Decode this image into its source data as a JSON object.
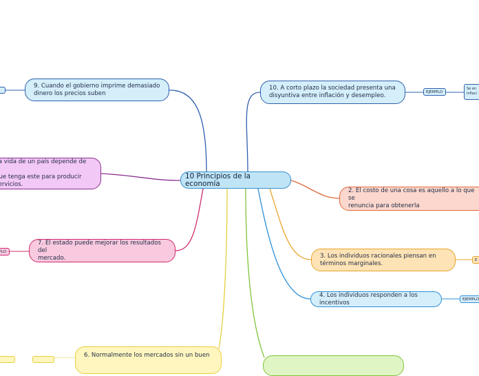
{
  "center": {
    "label": "10 Principios de la economía"
  },
  "branches": {
    "p9": {
      "label": "9. Cuando el gobierno imprime demasiado\ndinero los precios suben",
      "color": "#2e5fae"
    },
    "p10": {
      "label": "10. A corto plazo la sociedad presenta una\ndisyuntiva entre inflación y desempleo.",
      "color": "#2e5fae"
    },
    "p8": {
      "label": "La vida de un país depende de la\nque tenga este para producir\nservicios.",
      "color": "#8a2f8f"
    },
    "p2": {
      "label": "2. El costo de una cosa es aquello a lo que se\nrenuncia para obtenerla",
      "color": "#e06a3c"
    },
    "p7": {
      "label": "7. El estado puede mejorar los resultados del\nmercado.",
      "color": "#d12a6e"
    },
    "p3": {
      "label": "3. Los individuos racionales piensan en\ntérminos marginales.",
      "color": "#e8a42a"
    },
    "p4": {
      "label": "4. Los individuos responden a los incentivos",
      "color": "#2d8fd8"
    },
    "p6": {
      "label": "6. Normalmente los mercados sin un buen",
      "color": "#e4cf3a"
    },
    "p5": {
      "label": "",
      "color": "#7fc43a"
    }
  },
  "tags": {
    "p9": "O",
    "p10": "EJEMPLO",
    "p10b": "Se en\ninflaci",
    "p7": "EMPLO",
    "p3": "E",
    "p4": "EJEMPLO",
    "p6a": "",
    "p6b": ""
  }
}
